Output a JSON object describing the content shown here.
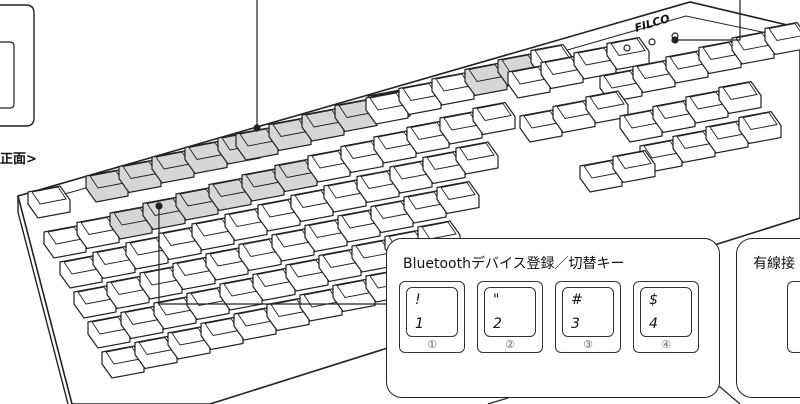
{
  "labels": {
    "front_view": "正面>",
    "logo": "FILCO"
  },
  "bluetooth_callout": {
    "title": "Bluetoothデバイス登録／切替キー",
    "keys": [
      {
        "top": "!",
        "bottom": "1",
        "number": "①"
      },
      {
        "top": "\"",
        "bottom": "2",
        "number": "②"
      },
      {
        "top": "#",
        "bottom": "3",
        "number": "③"
      },
      {
        "top": "$",
        "bottom": "4",
        "number": "④"
      }
    ]
  },
  "wired_callout": {
    "title": "有線接"
  },
  "colors": {
    "highlight_key": "#d6d6d6",
    "outline": "#222222"
  }
}
